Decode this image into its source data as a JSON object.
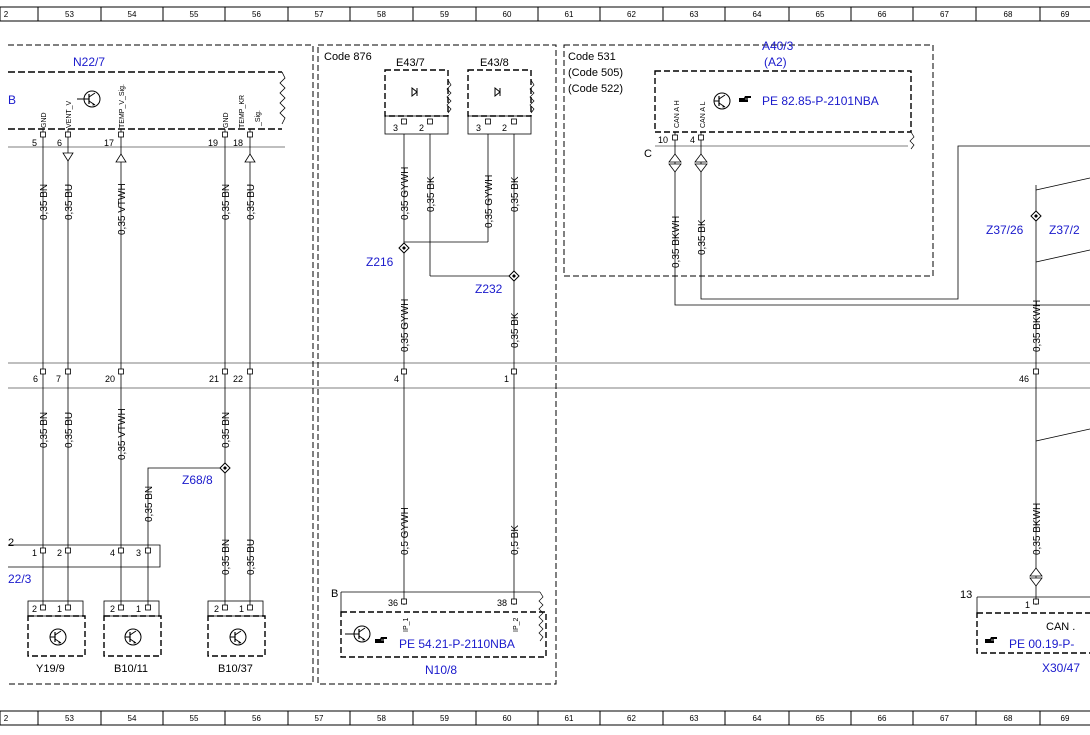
{
  "ruler_labels": [
    "2",
    "53",
    "54",
    "55",
    "56",
    "57",
    "58",
    "59",
    "60",
    "61",
    "62",
    "63",
    "64",
    "65",
    "66",
    "67",
    "68",
    "69"
  ],
  "groups": {
    "code876": "Code 876",
    "code531": "Code 531",
    "code505": "(Code 505)",
    "code522": "(Code 522)"
  },
  "components": {
    "n22_7": "N22/7",
    "a40_3": "A40/3",
    "a2": "(A2)",
    "e43_7": "E43/7",
    "e43_8": "E43/8",
    "y19_9": "Y19/9",
    "b10_11": "B10/11",
    "b10_37": "B10/37",
    "n10_8": "N10/8",
    "x30_47": "X30/47",
    "can": "CAN .",
    "frag_22_3": "22/3",
    "frag_b": "B",
    "conn_b": "B",
    "conn_c": "C",
    "conn_2": "2",
    "conn_13": "13"
  },
  "refs": {
    "a40_3": "PE 82.85-P-2101NBA",
    "n10_8": "PE 54.21-P-2110NBA",
    "x30_47": "PE 00.19-P-"
  },
  "splices": {
    "z216": "Z216",
    "z232": "Z232",
    "z68_8": "Z68/8",
    "z37_26": "Z37/26",
    "z37_2x": "Z37/2"
  },
  "pin_labels": {
    "gnd1": "GND",
    "vent_v": "VENT_V",
    "temp_v_sig": "TEMP_V_Sig.",
    "gnd2": "GND",
    "temp_kr": "TEMP_KR",
    "sig": "_Sig.",
    "can_h": "CAN A H",
    "can_l": "CAN A L",
    "ip_1": "IP_1",
    "ip_2": "IP_2"
  },
  "pins": {
    "n22_5": "5",
    "n22_6": "6",
    "n22_17": "17",
    "n22_19": "19",
    "n22_18": "18",
    "j_6": "6",
    "j_7": "7",
    "j_20": "20",
    "j_21": "21",
    "j_22": "22",
    "j_4": "4",
    "j_1": "1",
    "j_46": "46",
    "e7_3": "3",
    "e7_2": "2",
    "e8_3": "3",
    "e8_2": "2",
    "a40_10": "10",
    "a40_4": "4",
    "c22_1": "1",
    "c22_2": "2",
    "c22_4": "4",
    "c22_3": "3",
    "y19_2": "2",
    "y19_1": "1",
    "b11_2": "2",
    "b11_1": "1",
    "b37_2": "2",
    "b37_1": "1",
    "n10_36": "36",
    "n10_38": "38",
    "x30_1": "1"
  },
  "wires": {
    "w_bn_1": "0,35 BN",
    "w_bu_1": "0,35 BU",
    "w_vtwh_1": "0,35 VTWH",
    "w_bn_2": "0,35 BN",
    "w_bu_2": "0,35 BU",
    "w_gywh_1": "0,35 GYWH",
    "w_bk_1": "0,35 BK",
    "w_gywh_2": "0,35 GYWH",
    "w_bk_2": "0,35 BK",
    "w_gywh_3": "0,35 GYWH",
    "w_bk_3": "0,35 BK",
    "w_gywh_4": "0,5 GYWH",
    "w_bk_4": "0,5 BK",
    "w_bkwh_1": "0,35 BKWH",
    "w_bk_5": "0,35 BK",
    "w_bkwh_2": "0,35 BKWH",
    "w_bkwh_3": "0,35 BKWH",
    "w_bn_3": "0,35 BN",
    "w_bu_3": "0,35 BU",
    "w_vtwh_2": "0,35 VTWH",
    "w_bn_4": "0,35 BN",
    "w_bn_5": "0,35 BN",
    "w_bn_6": "0,35 BN",
    "w_bu_4": "0,35 BU"
  }
}
